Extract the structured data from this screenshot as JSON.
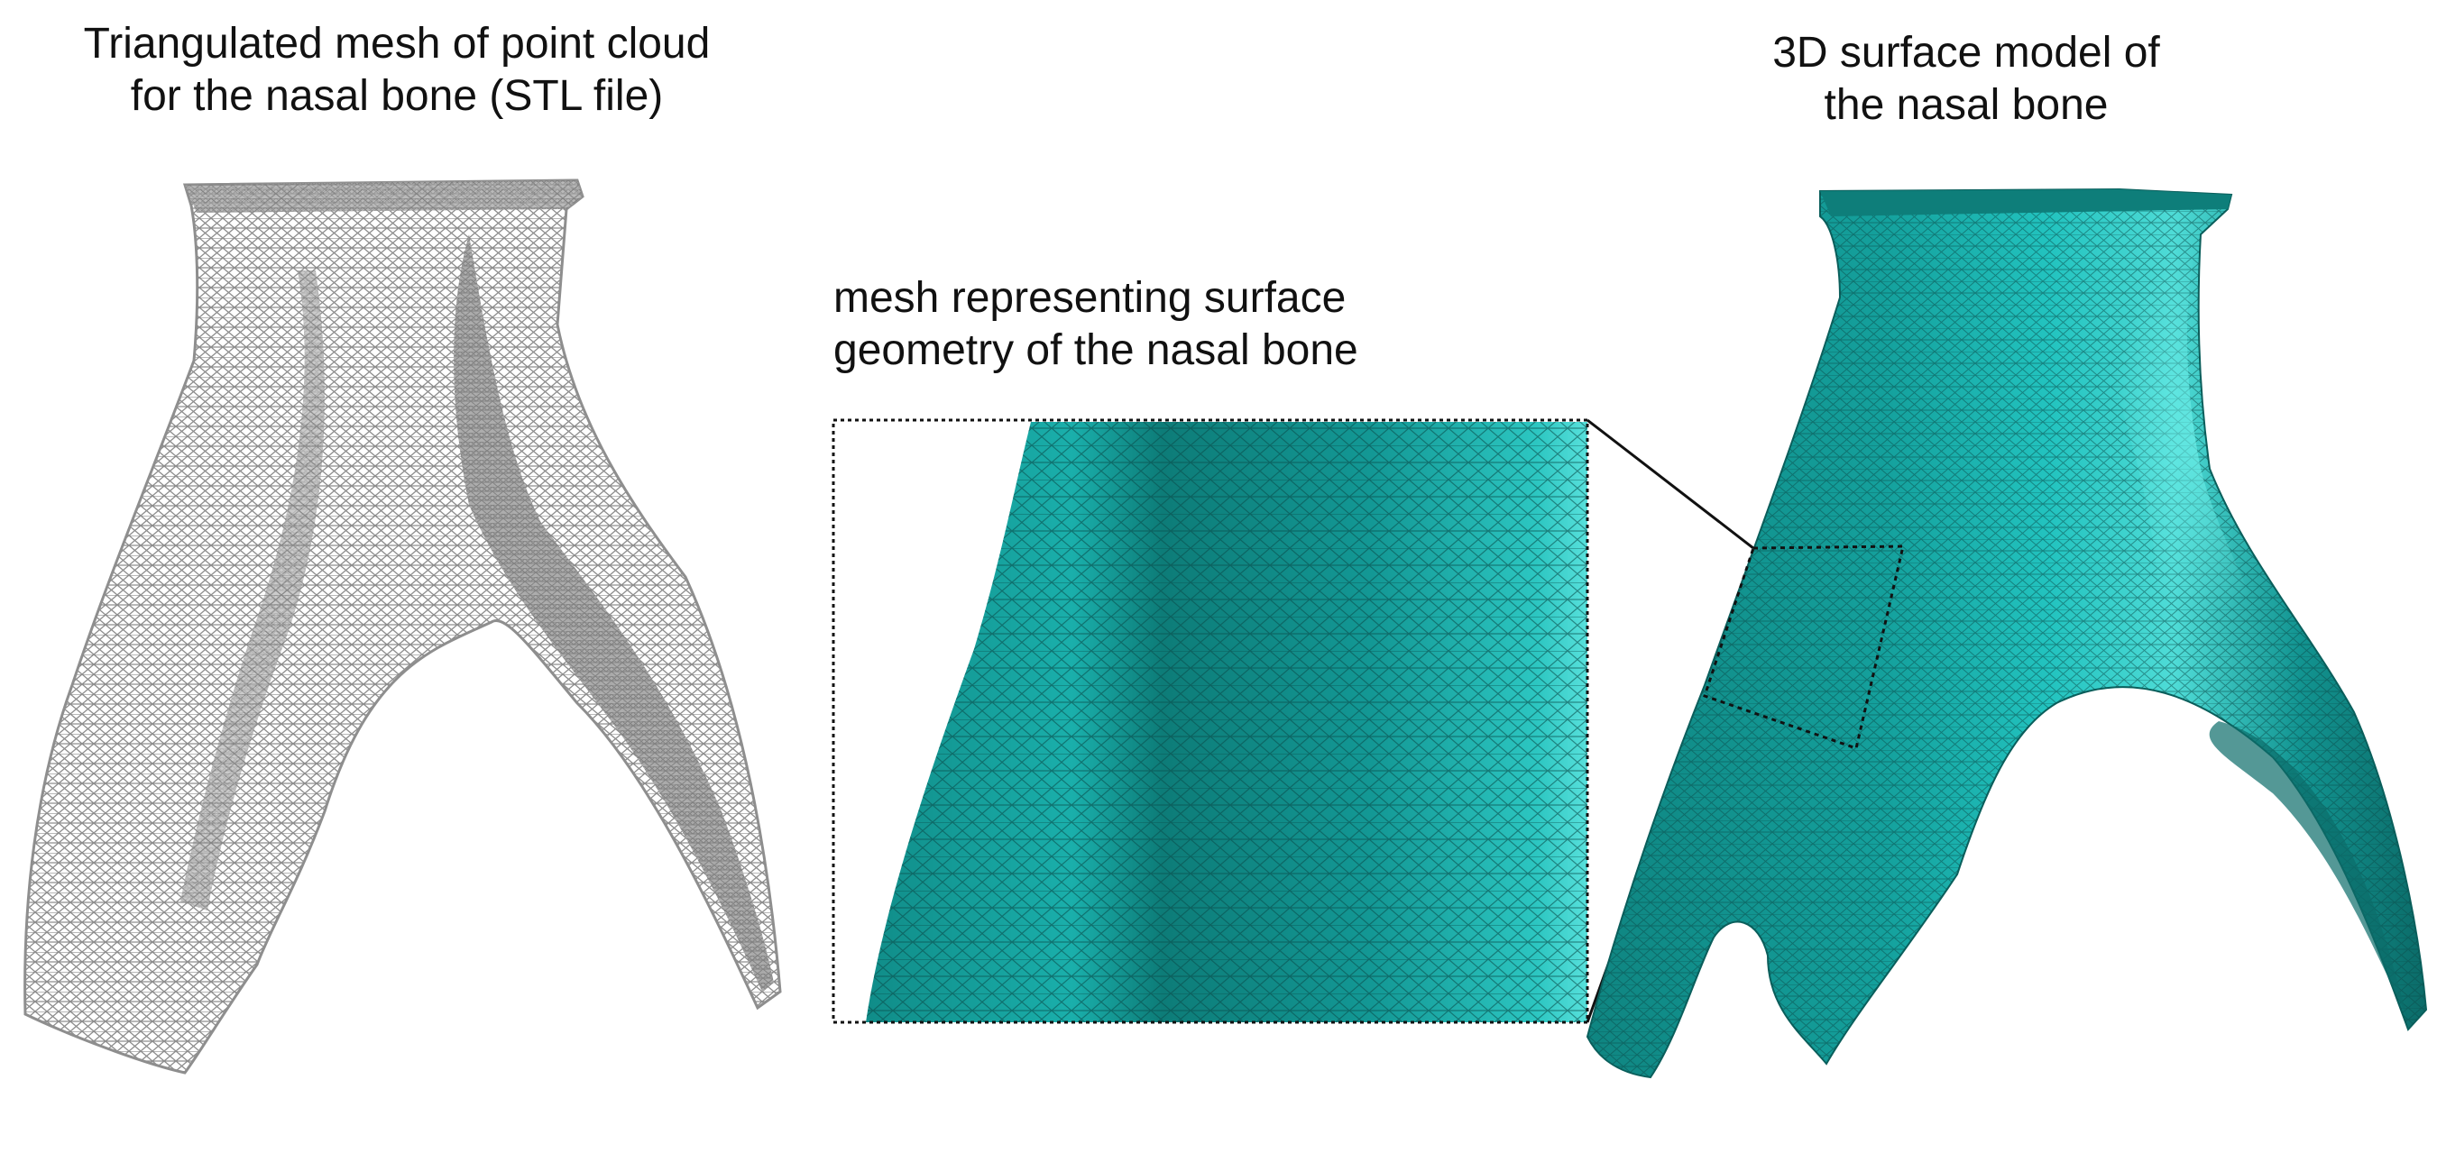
{
  "figure": {
    "left_panel": {
      "title_line1": "Triangulated mesh of point cloud",
      "title_line2": "for the nasal bone (STL file)",
      "mesh_color": "#8e8e8e"
    },
    "middle_panel": {
      "caption_line1": "mesh representing surface",
      "caption_line2": "geometry of the nasal bone",
      "surface_color": "#139895",
      "highlight_color": "#52e0dc"
    },
    "right_panel": {
      "title_line1": "3D surface model of",
      "title_line2": "the nasal bone",
      "surface_color": "#139895"
    }
  }
}
